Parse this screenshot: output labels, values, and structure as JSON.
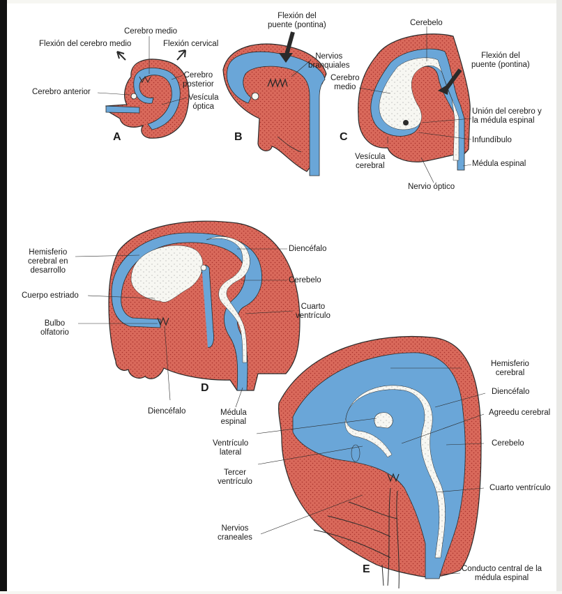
{
  "colors": {
    "tissue": "#d9695b",
    "tissue_dot": "#a8322c",
    "ventricle": "#6aa6d8",
    "cavity": "#f7f7f2",
    "outline": "#2a2a2a"
  },
  "letters": {
    "a": "A",
    "b": "B",
    "c": "C",
    "d": "D",
    "e": "E"
  },
  "labels": {
    "a_cerebro_medio": "Cerebro medio",
    "a_flexion_cerebro_medio": "Flexión del cerebro medio",
    "a_flexion_cervical": "Flexión cervical",
    "a_cerebro_posterior_1": "Cerebro",
    "a_cerebro_posterior_2": "posterior",
    "a_cerebro_anterior": "Cerebro anterior",
    "a_vesicula_optica_1": "Vesícula",
    "a_vesicula_optica_2": "óptica",
    "b_flexion_puente_1": "Flexión del",
    "b_flexion_puente_2": "puente (pontina)",
    "b_nervios_branquiales_1": "Nervios",
    "b_nervios_branquiales_2": "branquiales",
    "c_cerebelo": "Cerebelo",
    "c_flexion_puente_1": "Flexión del",
    "c_flexion_puente_2": "puente (pontina)",
    "c_cerebro_medio_1": "Cerebro",
    "c_cerebro_medio_2": "medio",
    "c_union_1": "Unión del cerebro y",
    "c_union_2": "la médula espinal",
    "c_infundibulo": "Infundíbulo",
    "c_vesicula_cerebral_1": "Vesícula",
    "c_vesicula_cerebral_2": "cerebral",
    "c_medula_espinal": "Médula espinal",
    "c_nervio_optico": "Nervio óptico",
    "d_hemisferio_1": "Hemisferio",
    "d_hemisferio_2": "cerebral en",
    "d_hemisferio_3": "desarrollo",
    "d_cuerpo_estriado": "Cuerpo estriado",
    "d_bulbo_1": "Bulbo",
    "d_bulbo_2": "olfatorio",
    "d_diencefalo_top": "Diencéfalo",
    "d_cerebelo": "Cerebelo",
    "d_cuarto_1": "Cuarto",
    "d_cuarto_2": "ventrículo",
    "d_diencefalo_bottom": "Diencéfalo",
    "d_medula_1": "Médula",
    "d_medula_2": "espinal",
    "e_hemisferio_1": "Hemisferio",
    "e_hemisferio_2": "cerebral",
    "e_diencefalo": "Diencéfalo",
    "e_agreedu": "Agreedu cerebral",
    "e_cerebelo": "Cerebelo",
    "e_cuarto": "Cuarto ventrículo",
    "e_ventriculo_lateral_1": "Ventrículo",
    "e_ventriculo_lateral_2": "lateral",
    "e_tercer_1": "Tercer",
    "e_tercer_2": "ventrículo",
    "e_nervios_1": "Nervios",
    "e_nervios_2": "craneales",
    "e_conducto_1": "Conducto central de la",
    "e_conducto_2": "médula espinal"
  }
}
